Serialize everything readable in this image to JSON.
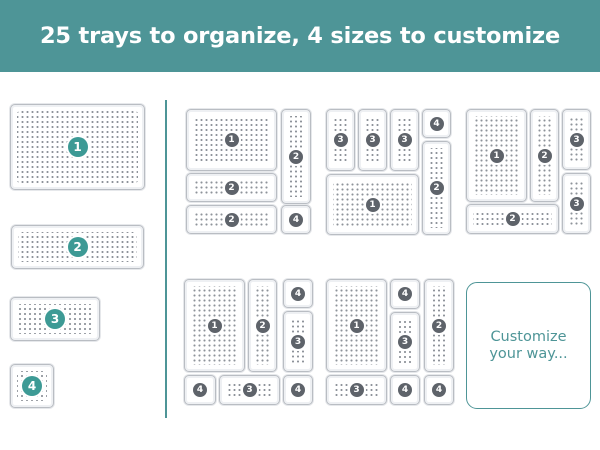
{
  "header": {
    "title": "25 trays to organize, 4 sizes to customize"
  },
  "legend": [
    {
      "size": "1"
    },
    {
      "size": "2"
    },
    {
      "size": "3"
    },
    {
      "size": "4"
    }
  ],
  "customize": {
    "line1": "Customize",
    "line2": "your way..."
  },
  "colors": {
    "banner": "#4e9597",
    "accent_badge": "#3d9a95",
    "badge": "#5e636a"
  },
  "layouts": [
    {
      "trays": [
        "1",
        "2",
        "2",
        "2",
        "4"
      ]
    },
    {
      "trays": [
        "3",
        "3",
        "3",
        "4",
        "1",
        "2"
      ]
    },
    {
      "trays": [
        "1",
        "2",
        "3",
        "3",
        "2"
      ]
    },
    {
      "trays": [
        "1",
        "2",
        "4",
        "3",
        "4",
        "3",
        "4"
      ]
    },
    {
      "trays": [
        "1",
        "4",
        "2",
        "3",
        "3",
        "4",
        "4"
      ]
    }
  ]
}
